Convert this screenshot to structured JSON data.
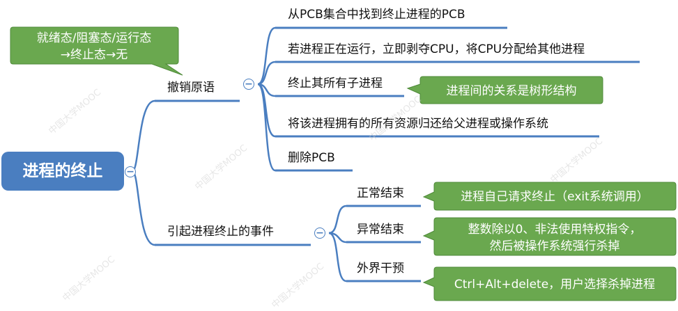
{
  "root": {
    "label": "进程的终止"
  },
  "branches": [
    {
      "label": "撤销原语",
      "items": [
        "从PCB集合中找到终止进程的PCB",
        "若进程正在运行，立即剥夺CPU，将CPU分配给其他进程",
        "终止其所有子进程",
        "将该进程拥有的所有资源归还给父进程或操作系统",
        "删除PCB"
      ]
    },
    {
      "label": "引起进程终止的事件",
      "items": [
        "正常结束",
        "异常结束",
        "外界干预"
      ]
    }
  ],
  "notes": {
    "states": [
      "就绪态/阻塞态/运行态",
      "→终止态→无"
    ],
    "tree": "进程间的关系是树形结构",
    "normal": "进程自己请求终止（exit系统调用）",
    "abnormal": [
      "整数除以0、非法使用特权指令，",
      "然后被操作系统强行杀掉"
    ],
    "external": "Ctrl+Alt+delete，用户选择杀掉进程"
  },
  "watermark": "中国大学MOOC",
  "colors": {
    "blue": "#4a7ec0",
    "green": "#6aa84f",
    "green_border": "#4e8a38"
  }
}
